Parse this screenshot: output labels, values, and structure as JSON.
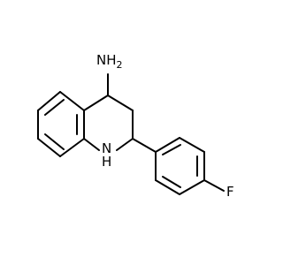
{
  "molecule": {
    "atoms": {
      "amine_label": "NH2",
      "amine_main": "NH",
      "amine_sub": "2",
      "ring_nh_label": "NH",
      "ring_nh_n": "N",
      "ring_nh_h": "H",
      "fluorine_label": "F"
    },
    "colors": {
      "bond": "#000000",
      "label": "#000000",
      "background": "#ffffff"
    }
  }
}
